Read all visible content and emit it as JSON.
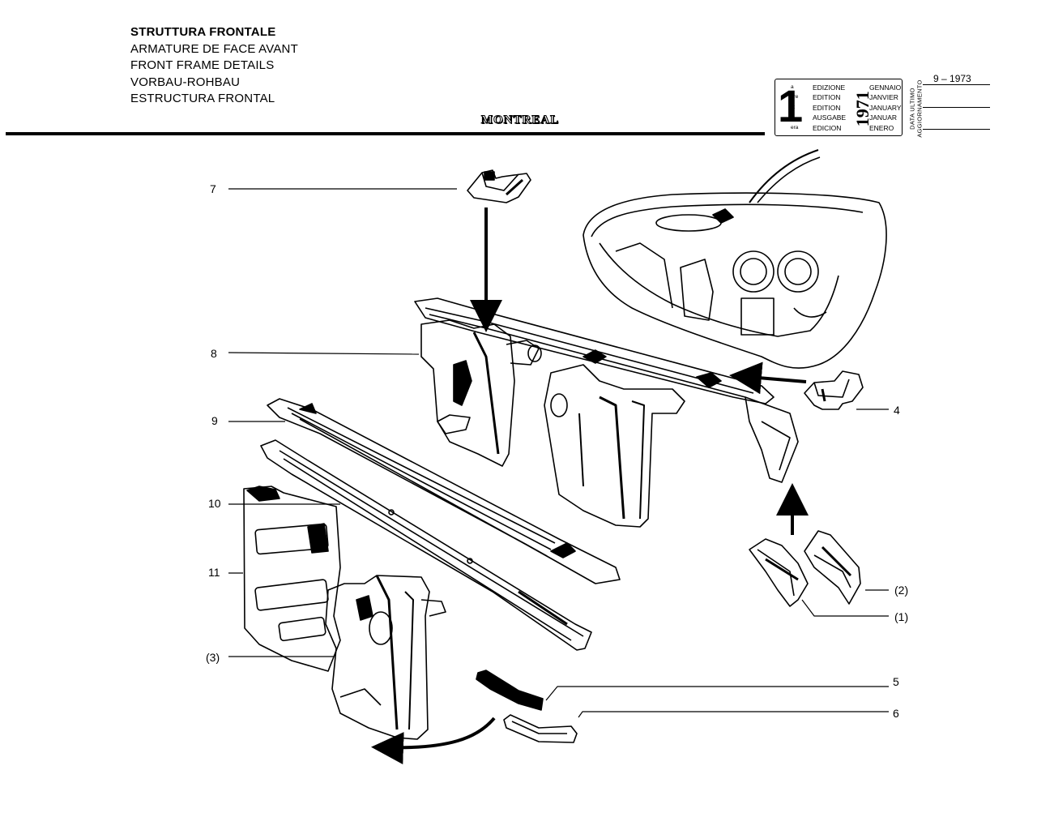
{
  "header": {
    "titles": [
      "STRUTTURA FRONTALE",
      "ARMATURE DE FACE AVANT",
      "FRONT FRAME DETAILS",
      "VORBAU-ROHBAU",
      "ESTRUCTURA FRONTAL"
    ],
    "model": "MONTREAL"
  },
  "edition_box": {
    "number": "1",
    "suffixes": [
      "a",
      "ere",
      "st",
      ".",
      "era"
    ],
    "labels": [
      "EDIZIONE",
      "EDITION",
      "EDITION",
      "AUSGABE",
      "EDICION"
    ],
    "year": "1971",
    "months": [
      "GENNAIO",
      "JANVIER",
      "JANUARY",
      "JANUAR",
      "ENERO"
    ]
  },
  "last_update": {
    "label_lines": [
      "DATA ULTIMO",
      "AGGIORNAMENTO"
    ],
    "date": "9 – 1973"
  },
  "callouts": {
    "c7": "7",
    "c8": "8",
    "c9": "9",
    "c10": "10",
    "c11": "11",
    "c3": "(3)",
    "c4": "4",
    "c2": "(2)",
    "c1": "(1)",
    "c5": "5",
    "c6": "6"
  }
}
